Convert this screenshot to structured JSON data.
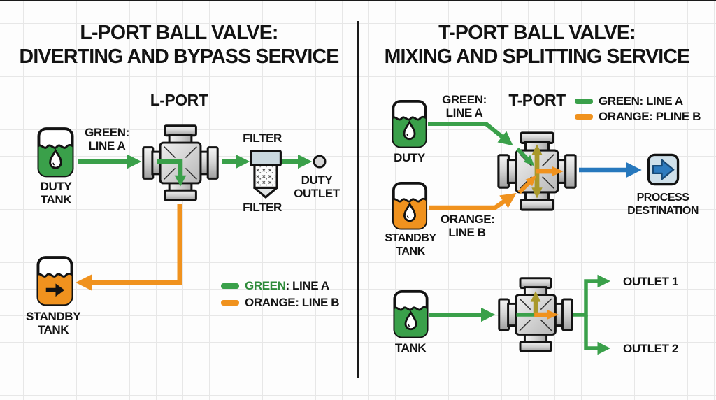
{
  "colors": {
    "line_a_green": "#3aa04a",
    "line_b_orange": "#f0921e",
    "process_blue": "#2778bd",
    "mixed_flow_olive": "#a9982a",
    "ink": "#131313",
    "legend_green_word": "#2e8b3a"
  },
  "icons": {
    "tank_liquid": "water-drop",
    "standby_transfer": "right-arrow",
    "valve": "four-way-cross-pipe-fitting",
    "filter": "inline-filter-cartridge",
    "duty_outlet": "outlet-dot",
    "process_destination": "blue-right-arrow-in-square"
  },
  "left": {
    "title1": "L-PORT BALL VALVE:",
    "title2": "DIVERTING AND BYPASS SERVICE",
    "subtitle": "L-PORT",
    "line_a": {
      "line1": "GREEN:",
      "line2": "LINE A"
    },
    "duty_tank": {
      "line1": "DUTY",
      "line2": "TANK"
    },
    "filter_top": "FILTER",
    "filter_bottom": "FILTER",
    "duty_outlet": {
      "line1": "DUTY",
      "line2": "OUTLET"
    },
    "standby_tank": {
      "line1": "STANDBY",
      "line2": "TANK"
    },
    "legend": {
      "green_word": "GREEN",
      "green_rest": ": LINE A",
      "orange_text": "ORANGE: LINE B"
    }
  },
  "right": {
    "title1": "T-PORT BALL VALVE:",
    "title2": "MIXING AND SPLITTING SERVICE",
    "subtitle": "T-PORT",
    "legend": {
      "green_text": "GREEN: LINE A",
      "orange_text": "ORANGE: PLINE B"
    },
    "duty_label": "DUTY",
    "line_a": {
      "line1": "GREEN:",
      "line2": "LINE A"
    },
    "standby_tank": {
      "line1": "STANDBY",
      "line2": "TANK"
    },
    "line_b": {
      "line1": "ORANGE:",
      "line2": "LINE B"
    },
    "process_destination": {
      "line1": "PROCESS",
      "line2": "DESTINATION"
    },
    "tank_label": "TANK",
    "outlet1": "OUTLET 1",
    "outlet2": "OUTLET 2"
  }
}
